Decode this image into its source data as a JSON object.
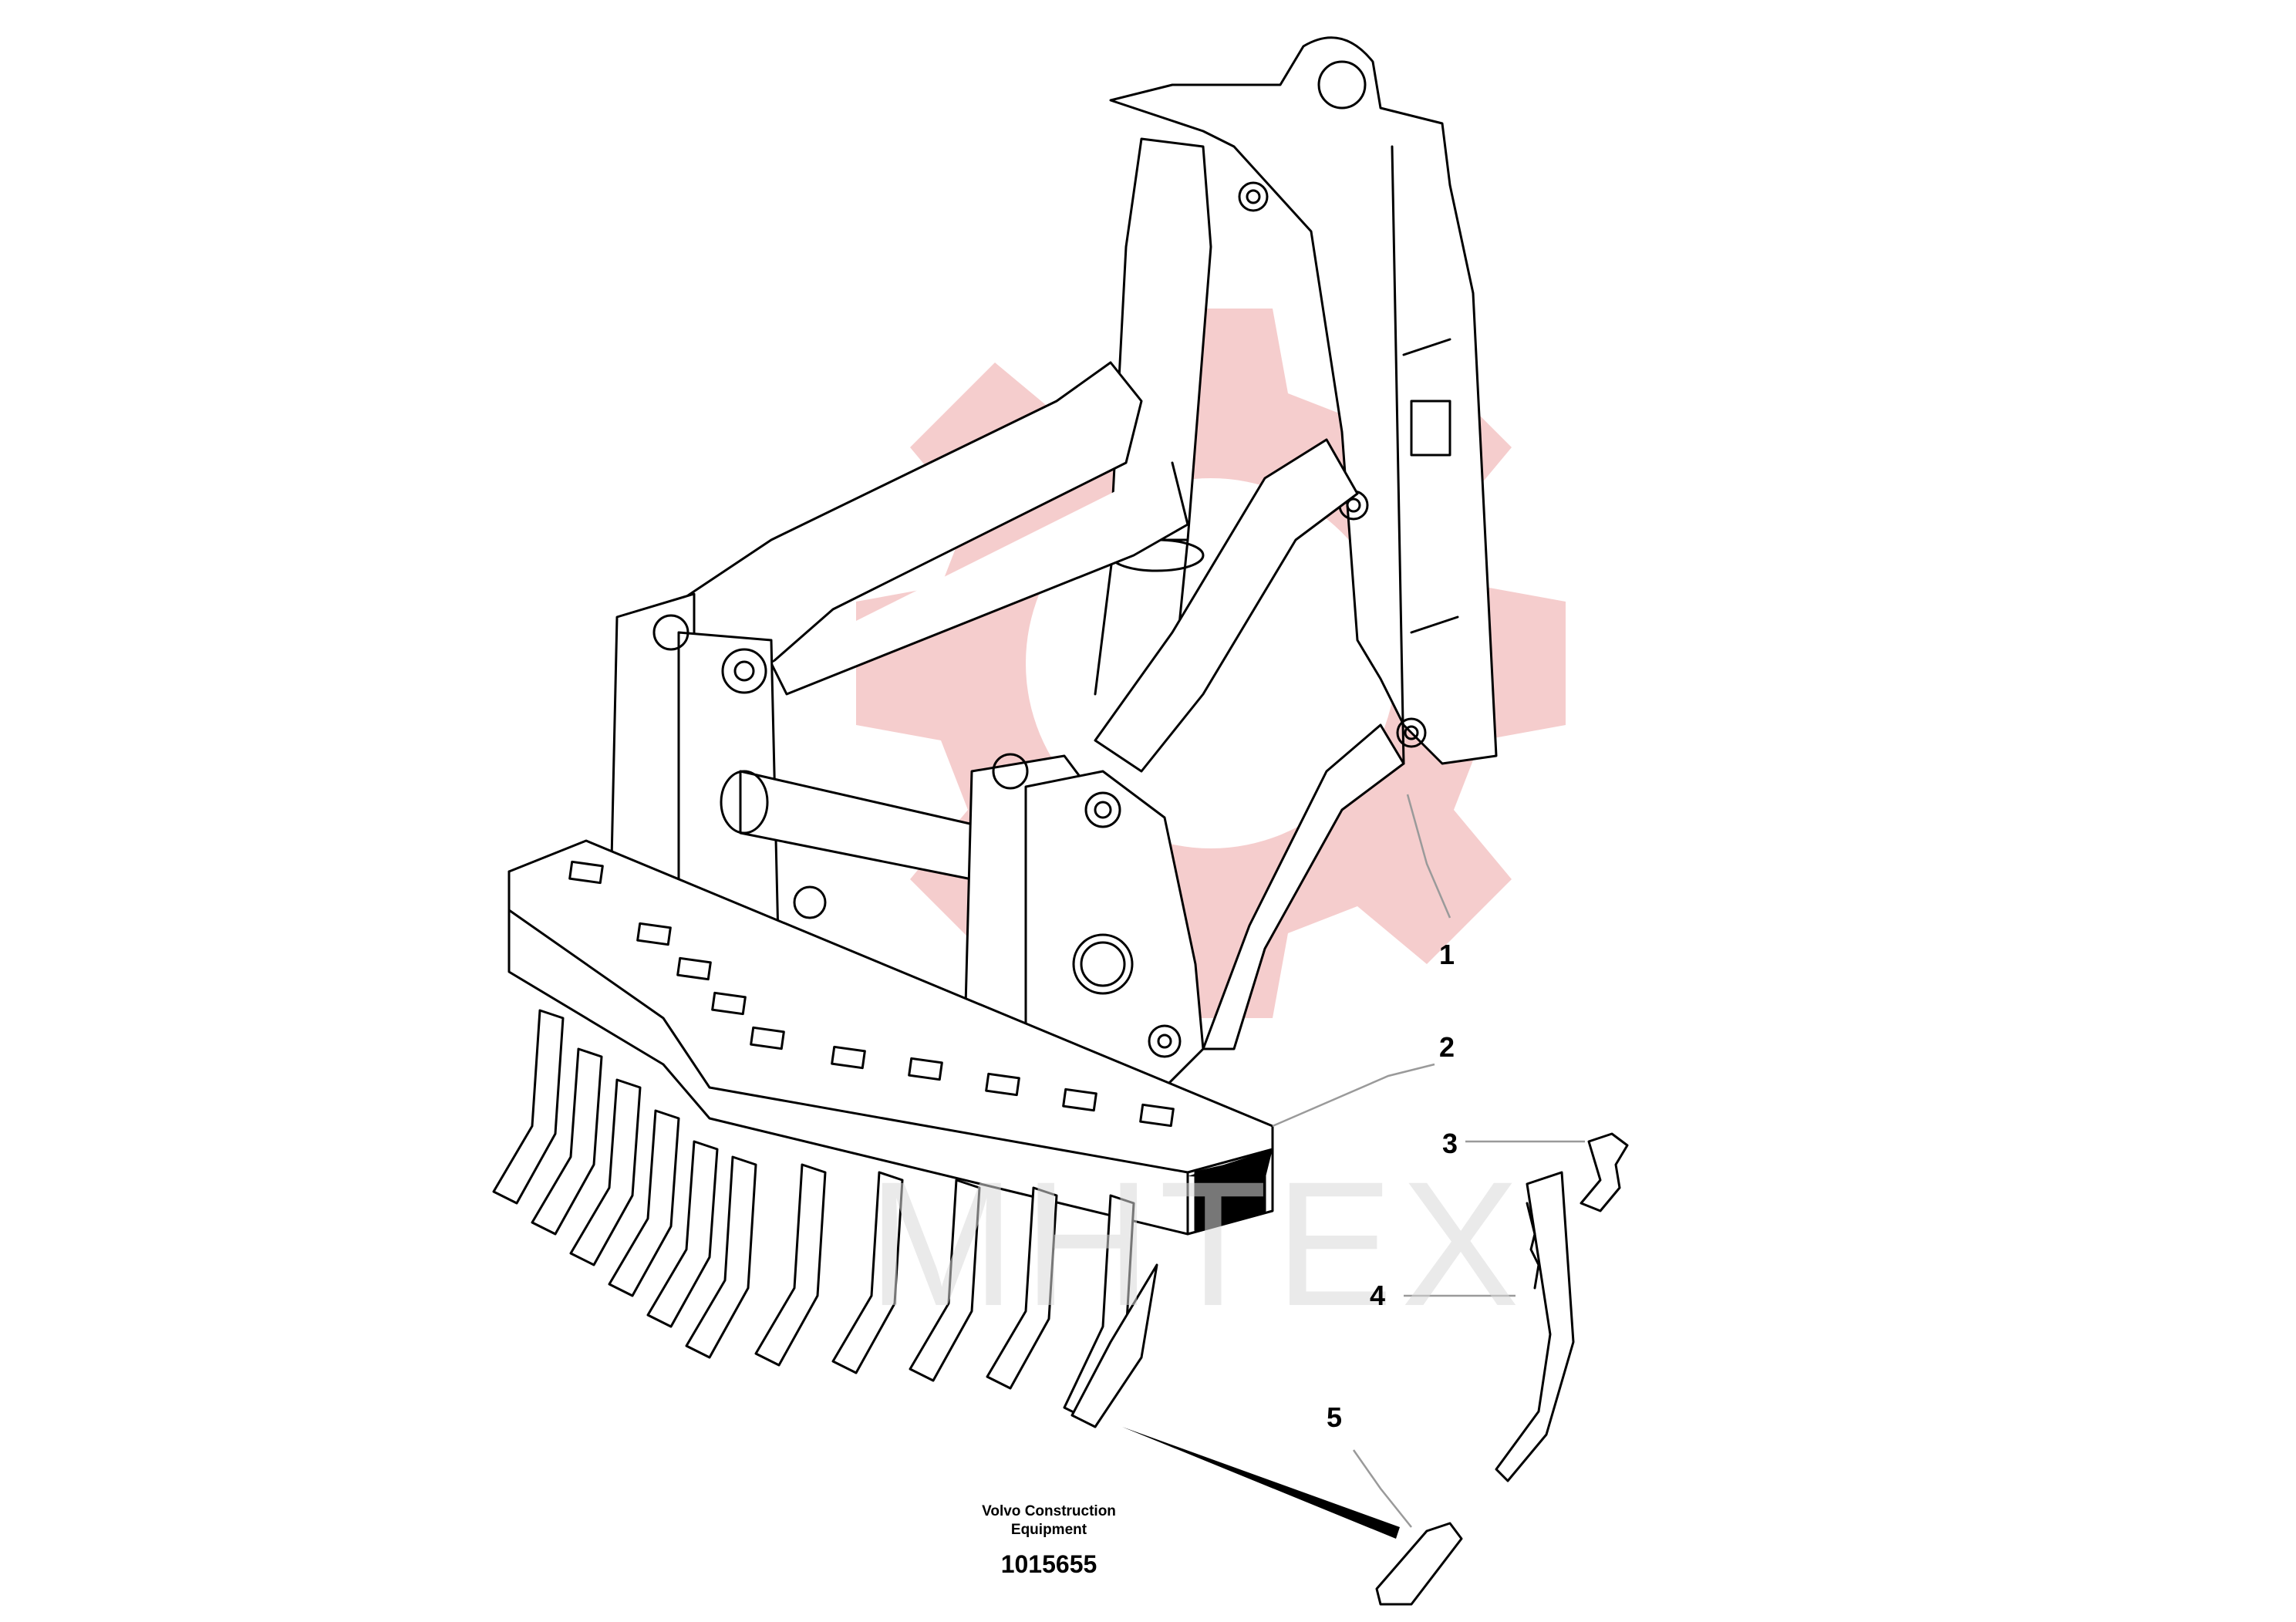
{
  "diagram": {
    "callouts": [
      {
        "id": "1",
        "label": "1"
      },
      {
        "id": "2",
        "label": "2"
      },
      {
        "id": "3",
        "label": "3"
      },
      {
        "id": "4",
        "label": "4"
      },
      {
        "id": "5",
        "label": "5"
      }
    ],
    "credit": {
      "line1": "Volvo Construction",
      "line2": "Equipment",
      "number": "1015655"
    },
    "watermark": {
      "text": "MHTEX",
      "color": "#f4c8c8"
    },
    "colors": {
      "line": "#000000",
      "leader": "#9a9a9a",
      "background": "#ffffff"
    }
  }
}
